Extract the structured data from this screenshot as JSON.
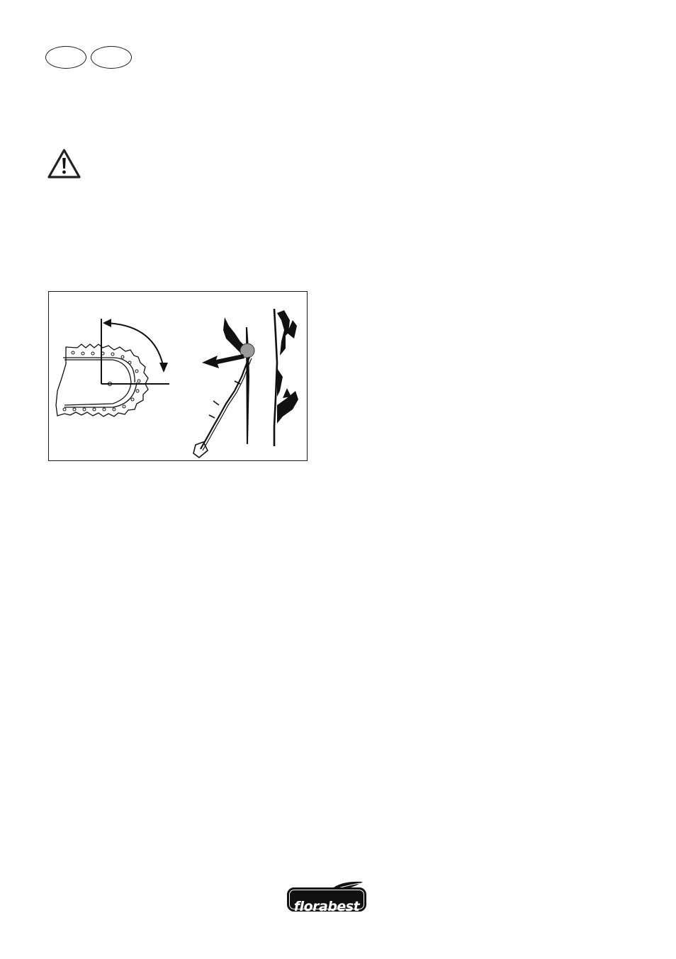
{
  "header": {
    "language_badges": [
      "",
      ""
    ]
  },
  "warning": {
    "icon": "warning-triangle-icon"
  },
  "figure": {
    "left_panel": "saw-chain-kickback-zone",
    "right_panel": "pole-saw-cutting-branch"
  },
  "brand": {
    "logo_text": "florabest",
    "colors": {
      "badge": "#111111",
      "text": "#ffffff"
    }
  }
}
